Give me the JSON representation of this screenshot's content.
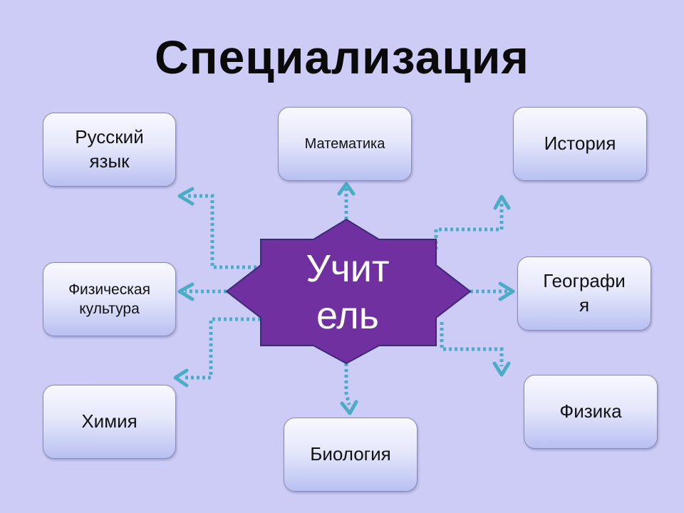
{
  "title": "Специализация",
  "center": {
    "label_line1": "Учит",
    "label_line2": "ель"
  },
  "nodes": {
    "russian": {
      "line1": "Русский",
      "line2": "язык"
    },
    "math": {
      "label": "Математика"
    },
    "history": {
      "label": "История"
    },
    "pe": {
      "line1": "Физическая",
      "line2": "культура"
    },
    "geo": {
      "line1": "Географи",
      "line2": "я"
    },
    "chem": {
      "label": "Химия"
    },
    "bio": {
      "label": "Биология"
    },
    "phys": {
      "label": "Физика"
    }
  },
  "colors": {
    "background": "#ccccf6",
    "star_fill": "#7030a0",
    "star_stroke": "#3c2a78",
    "connector": "#4bacc6",
    "title": "#0a0a0a"
  }
}
